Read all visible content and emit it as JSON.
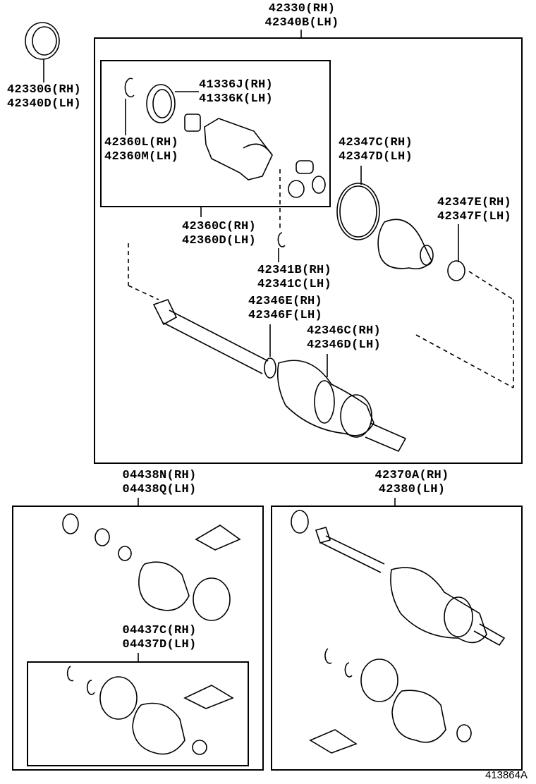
{
  "labels": {
    "assembly": {
      "rh": "42330(RH)",
      "lh": "42340B(LH)"
    },
    "seal": {
      "rh": "42330G(RH)",
      "lh": "42340D(LH)"
    },
    "dust_seal": {
      "rh": "41336J(RH)",
      "lh": "41336K(LH)"
    },
    "snap_ring_inner": {
      "rh": "42360L(RH)",
      "lh": "42360M(LH)"
    },
    "inboard_joint": {
      "rh": "42360C(RH)",
      "lh": "42360D(LH)"
    },
    "boot_clamp_large": {
      "rh": "42347C(RH)",
      "lh": "42347D(LH)"
    },
    "boot_clamp_small": {
      "rh": "42347E(RH)",
      "lh": "42347F(LH)"
    },
    "snap_ring": {
      "rh": "42341B(RH)",
      "lh": "42341C(LH)"
    },
    "boot_band_a": {
      "rh": "42346E(RH)",
      "lh": "42346F(LH)"
    },
    "boot_band_b": {
      "rh": "42346C(RH)",
      "lh": "42346D(LH)"
    },
    "boot_kit_inboard": {
      "rh": "04438N(RH)",
      "lh": "04438Q(LH)"
    },
    "boot_kit_outboard": {
      "rh": "04437C(RH)",
      "lh": "04437D(LH)"
    },
    "shaft_assembly": {
      "rh": "42370A(RH)",
      "lh": "42380(LH)"
    }
  },
  "diagram_code": "413864A"
}
